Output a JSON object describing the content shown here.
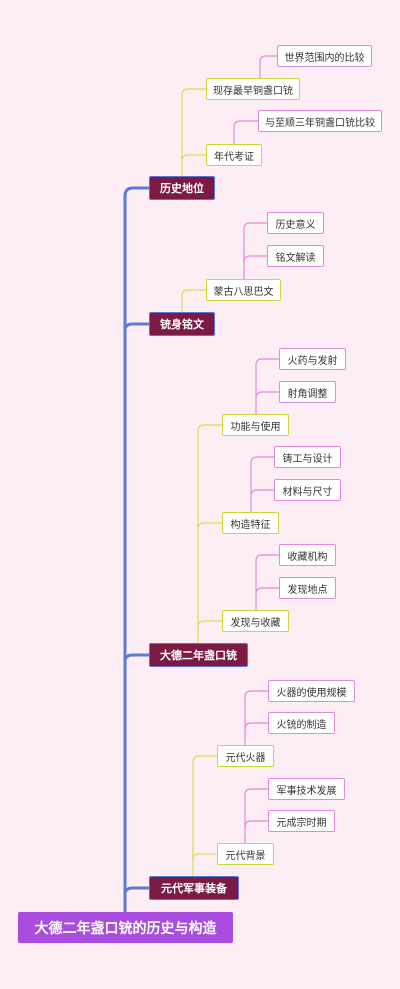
{
  "title": "大德二年盏口铳的历史与构造",
  "colors": {
    "background": "#fdeef5",
    "root": "#a94de0",
    "branch": "#7b1a44",
    "trunk_line": "#5a7bd6",
    "sub_line": "#d8e04a",
    "leaf_line": "#e08ad8"
  },
  "branches": [
    {
      "label": "历史地位",
      "children": [
        {
          "label": "现存最早铜盏口铳",
          "children": [
            "世界范围内的比较"
          ]
        },
        {
          "label": "年代考证",
          "children": [
            "与至顺三年铜盏口铳比较"
          ]
        }
      ]
    },
    {
      "label": "铳身铭文",
      "children": [
        {
          "label": "蒙古八思巴文",
          "children": [
            "历史意义",
            "铭文解读"
          ]
        }
      ]
    },
    {
      "label": "大德二年盏口铳",
      "children": [
        {
          "label": "功能与使用",
          "children": [
            "火药与发射",
            "射角调整"
          ]
        },
        {
          "label": "构造特征",
          "children": [
            "铸工与设计",
            "材料与尺寸"
          ]
        },
        {
          "label": "发现与收藏",
          "children": [
            "收藏机构",
            "发现地点"
          ]
        }
      ]
    },
    {
      "label": "元代军事装备",
      "children": [
        {
          "label": "元代火器",
          "children": [
            "火器的使用规模",
            "火铳的制造"
          ]
        },
        {
          "label": "元代背景",
          "children": [
            "军事技术发展",
            "元成宗时期"
          ]
        }
      ]
    }
  ]
}
